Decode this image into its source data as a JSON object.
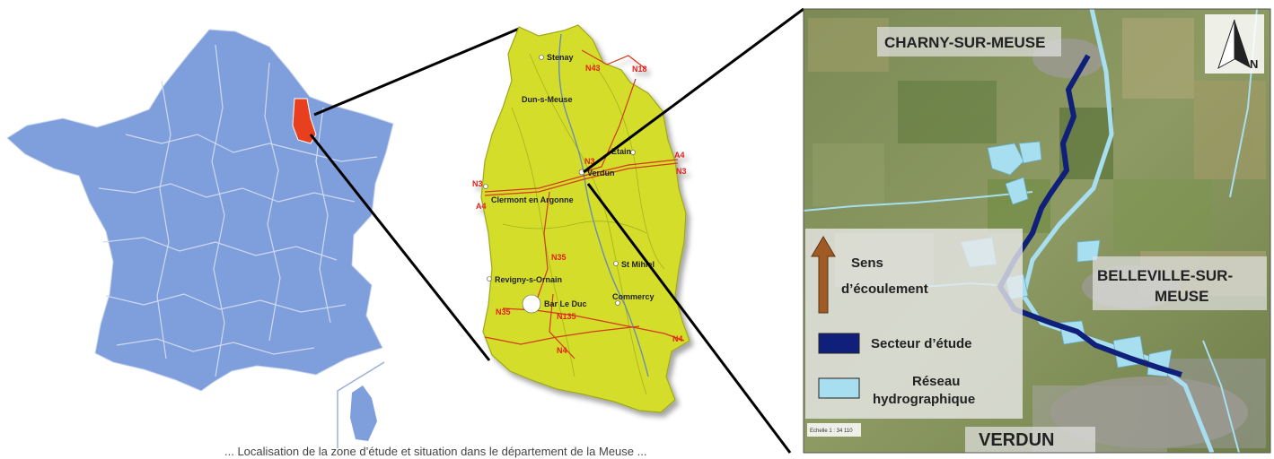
{
  "map_dept": {
    "towns": [
      "Stenay",
      "Dun-s-Meuse",
      "Etain",
      "Verdun",
      "Clermont en Argonne",
      "St Mihiel",
      "Revigny-s-Ornain",
      "Bar Le Duc",
      "Commercy"
    ],
    "roads": [
      "N43",
      "N18",
      "A4",
      "N3",
      "N3",
      "N3",
      "A4",
      "N35",
      "N35",
      "N135",
      "N4",
      "N4"
    ]
  },
  "aerial": {
    "places": [
      "CHARNY-SUR-MEUSE",
      "BELLEVILLE-SUR-",
      "MEUSE",
      "VERDUN"
    ],
    "north": "N",
    "scale": "Echelle 1 : 34 110",
    "legend": {
      "flow": [
        "Sens",
        "d’écoulement"
      ],
      "study": "Secteur d’étude",
      "network": [
        "Réseau",
        "hydrographique"
      ]
    }
  },
  "caption": "... Localisation de la zone d’étude et situation dans le département de la Meuse ...",
  "colors": {
    "france": "#7f9fdc",
    "region_highlight": "#e8401f",
    "department": "#d4dd2a",
    "study_sector": "#10207a",
    "hydro_network": "#a7def0",
    "flow_arrow": "#a05a24"
  }
}
